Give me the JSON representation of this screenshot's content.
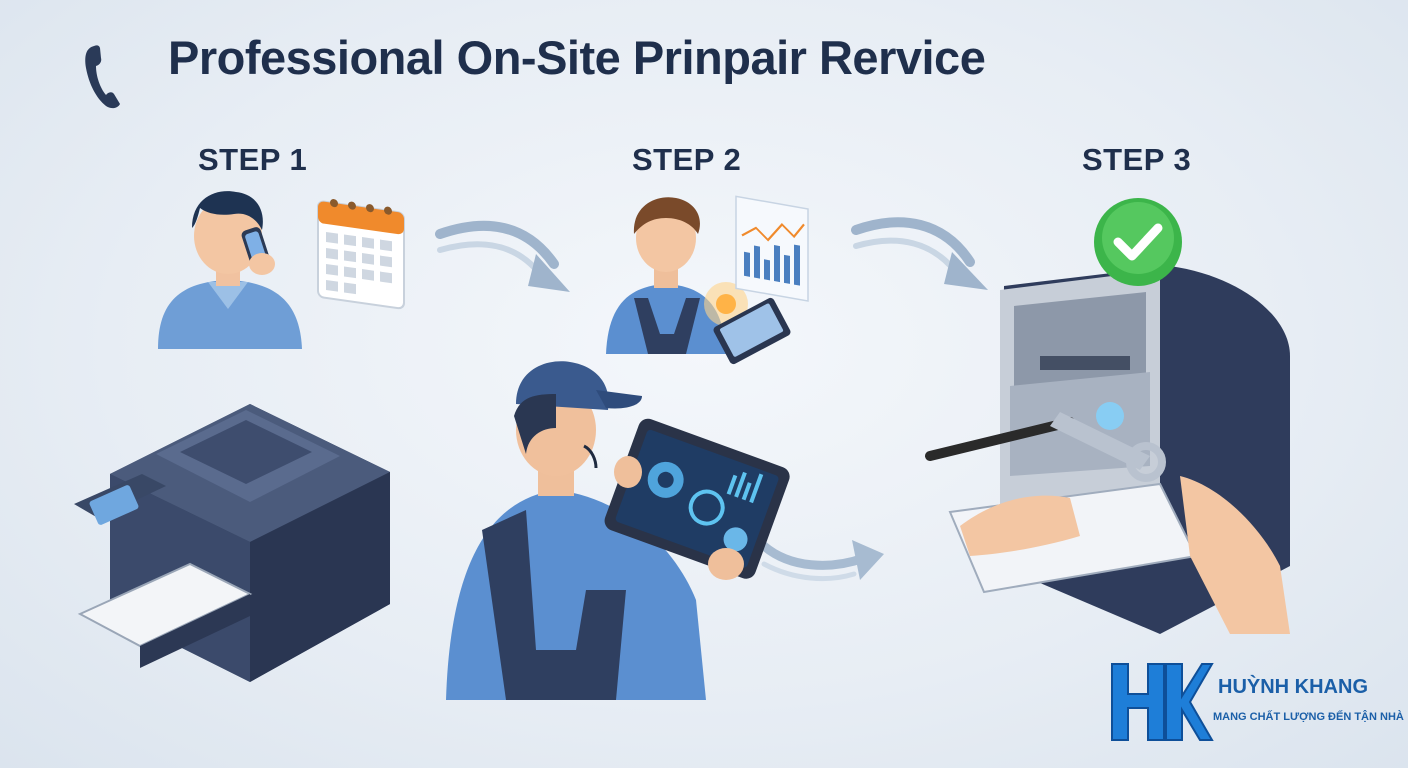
{
  "header": {
    "title": "Professional On-Site Prinpair Rervice",
    "icon": "phone-icon"
  },
  "steps": [
    {
      "label": "STEP 1"
    },
    {
      "label": "STEP 2"
    },
    {
      "label": "STEP 3"
    }
  ],
  "brand": {
    "logo_letters": "HK",
    "name": "HUỲNH KHANG",
    "tagline": "MANG CHẤT LƯỢNG ĐẾN TẬN NHÀ"
  },
  "colors": {
    "title": "#1f2f4c",
    "navy": "#3b4a6b",
    "worker_blue": "#5b8fd0",
    "check_green": "#3cb54a",
    "brand_blue": "#1b5fa8",
    "calendar_orange": "#f08a2c"
  }
}
